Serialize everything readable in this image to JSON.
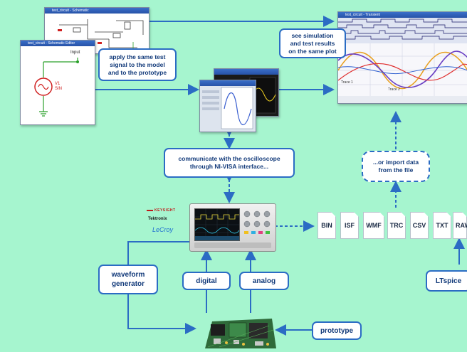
{
  "windows": {
    "schematic_title": "test_circuit - Schematic",
    "source_title": "test_circuit - Schematic Editor",
    "plot_title": "test_circuit - Transient",
    "input_label": "Input",
    "source_label": "V1\nSIN",
    "trace_labels": [
      "Trace 1",
      "Trace 2"
    ]
  },
  "callouts": {
    "apply": "apply the same test\nsignal to the model\nand to the prototype",
    "see_sim": "see simulation\nand test results\non the same plot",
    "communicate": "communicate with the oscilloscope\nthrough NI-VISA interface...",
    "import": "...or import data\nfrom the file",
    "waveform": "waveform\ngenerator",
    "digital": "digital",
    "analog": "analog",
    "ltspice": "LTspice",
    "prototype": "prototype"
  },
  "brands": [
    "KEYSIGHT",
    "Tektronix",
    "LeCroy"
  ],
  "file_types": [
    "BIN",
    "ISF",
    "WMF",
    "TRC",
    "CSV",
    "TXT",
    "RAW"
  ],
  "colors": {
    "background": "#a6f5cf",
    "arrow": "#2b6cc4",
    "callout_border": "#2b6cc4",
    "callout_text": "#123a7a"
  }
}
